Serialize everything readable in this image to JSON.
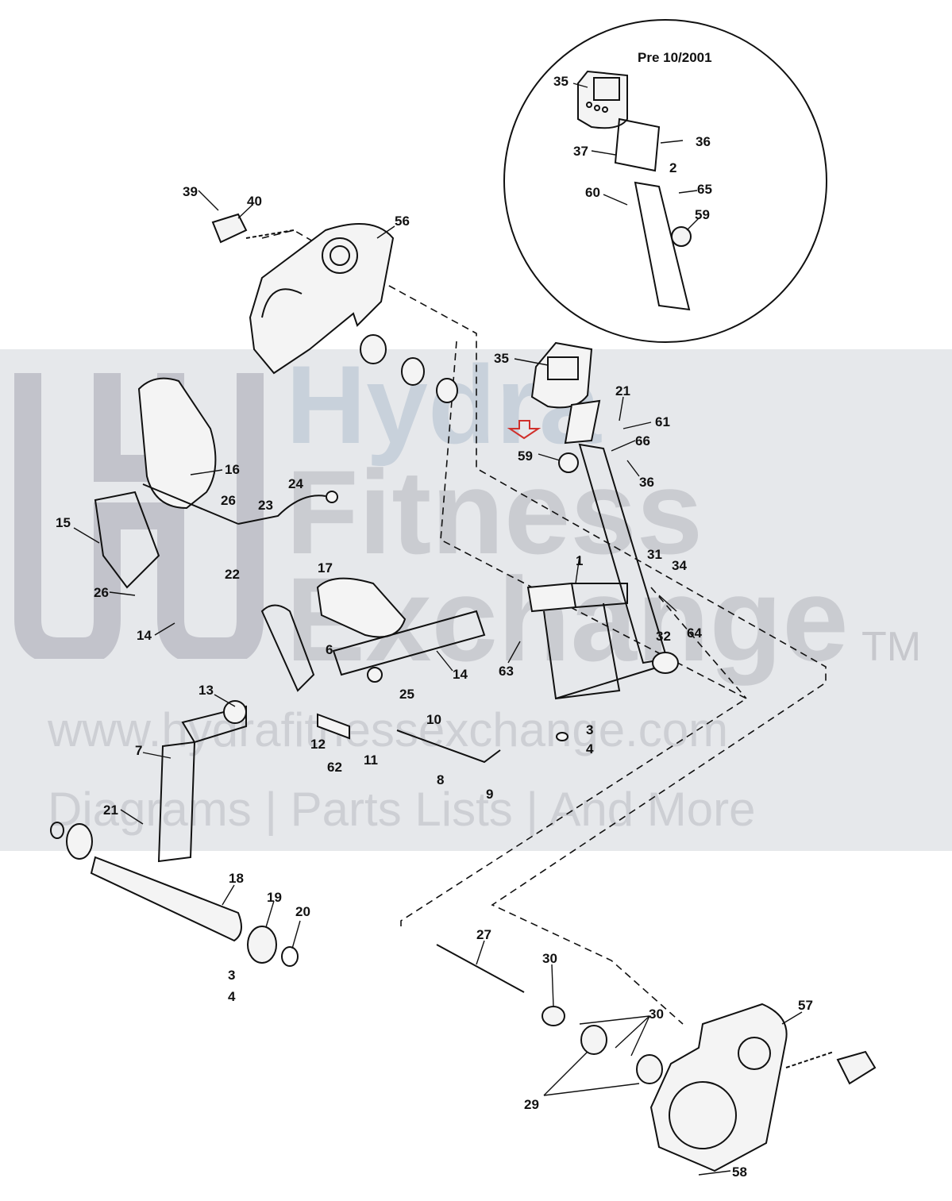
{
  "inset": {
    "title": "Pre 10/2001"
  },
  "watermark": {
    "line1": "Hydra",
    "line2": "Fitness",
    "line3": "Exchange",
    "trademark": "TM",
    "url": "www.hydrafitnessexchange.com",
    "tagline": "Diagrams | Parts Lists | And More"
  },
  "callouts": {
    "c35a": "35",
    "c36a": "36",
    "c37": "37",
    "c2": "2",
    "c60": "60",
    "c65": "65",
    "c59a": "59",
    "c39": "39",
    "c40": "40",
    "c56": "56",
    "c35b": "35",
    "c21a": "21",
    "c61": "61",
    "c66": "66",
    "c59b": "59",
    "c36b": "36",
    "c16": "16",
    "c24": "24",
    "c23": "23",
    "c26a": "26",
    "c15": "15",
    "c22": "22",
    "c26b": "26",
    "c14a": "14",
    "c17": "17",
    "c1": "1",
    "c31": "31",
    "c34": "34",
    "c64": "64",
    "c32": "32",
    "c6": "6",
    "c14b": "14",
    "c63": "63",
    "c25": "25",
    "c13": "13",
    "c10": "10",
    "c12": "12",
    "c62": "62",
    "c11": "11",
    "c3a": "3",
    "c4a": "4",
    "c7": "7",
    "c8": "8",
    "c9": "9",
    "c21b": "21",
    "c18": "18",
    "c19": "19",
    "c20": "20",
    "c3b": "3",
    "c4b": "4",
    "c27": "27",
    "c30a": "30",
    "c30b": "30",
    "c57": "57",
    "c29": "29",
    "c58": "58"
  },
  "colors": {
    "marker_arrow": "#d0302c",
    "linework": "#111111"
  }
}
